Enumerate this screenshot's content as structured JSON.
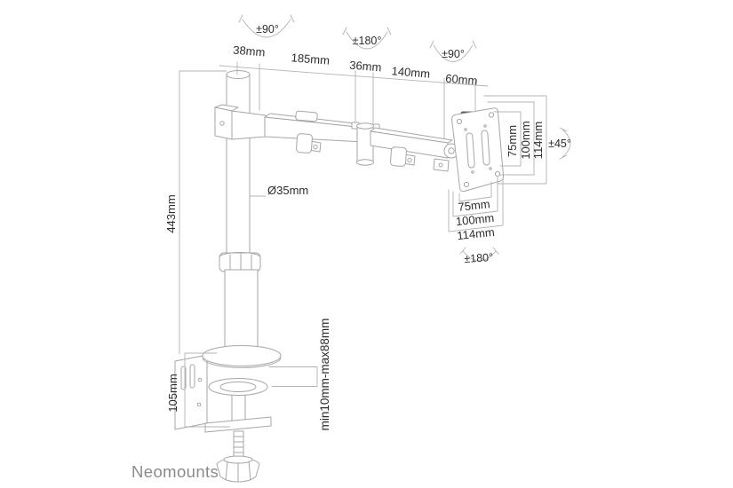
{
  "brand": {
    "logo_text": "Neomounts"
  },
  "diagram": {
    "subject": "full-motion single monitor desk mount with clamp",
    "style": "gray technical line drawing",
    "colors": {
      "background": "#ffffff",
      "line": "#a6a6a6",
      "dimension_line": "#b3b3b3",
      "label_text": "#2d2d2d",
      "brand_text": "#8b8b8b",
      "knob_dark": "#6a6a6a"
    }
  },
  "annotations": {
    "rotation": {
      "pole_top": "±90°",
      "mid_joint": "±180°",
      "end_joint": "±90°",
      "tilt": "±45°",
      "vesa_rotate": "±180°"
    },
    "dims_top": {
      "d1": "38mm",
      "d2": "185mm",
      "d3": "36mm",
      "d4": "140mm",
      "d5": "60mm"
    },
    "pole": {
      "height": "443mm",
      "diameter": "Ø35mm"
    },
    "vesa_vertical": {
      "v75": "75mm",
      "v100": "100mm",
      "v114": "114mm"
    },
    "vesa_horizontal": {
      "h75": "75mm",
      "h100": "100mm",
      "h114": "114mm"
    },
    "clamp": {
      "bracket_height": "105mm",
      "desk_thickness_range": "min10mm-max88mm"
    }
  }
}
